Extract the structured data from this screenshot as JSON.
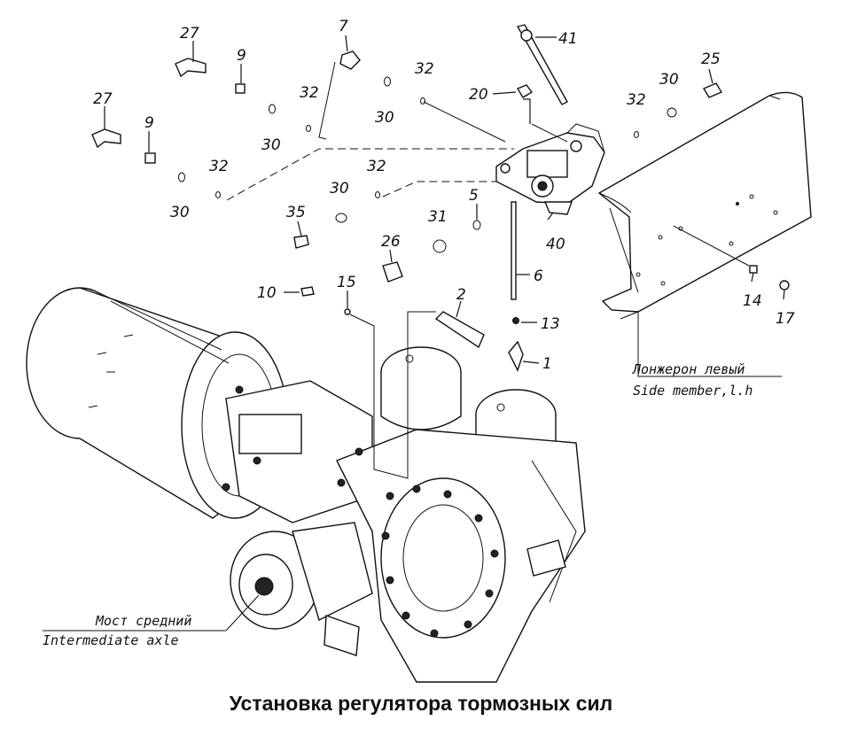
{
  "title": "Установка регулятора тормозных сил",
  "callouts": [
    {
      "id": "c27a",
      "text": "27"
    },
    {
      "id": "c9a",
      "text": "9"
    },
    {
      "id": "c7",
      "text": "7"
    },
    {
      "id": "c41",
      "text": "41"
    },
    {
      "id": "c32a",
      "text": "32"
    },
    {
      "id": "c30a",
      "text": "30"
    },
    {
      "id": "c30b",
      "text": "30"
    },
    {
      "id": "c32b",
      "text": "32"
    },
    {
      "id": "c20",
      "text": "20"
    },
    {
      "id": "c32c",
      "text": "32"
    },
    {
      "id": "c30c",
      "text": "30"
    },
    {
      "id": "c25",
      "text": "25"
    },
    {
      "id": "c27b",
      "text": "27"
    },
    {
      "id": "c9b",
      "text": "9"
    },
    {
      "id": "c30d",
      "text": "30"
    },
    {
      "id": "c32d",
      "text": "32"
    },
    {
      "id": "c30e",
      "text": "30"
    },
    {
      "id": "c32e",
      "text": "32"
    },
    {
      "id": "c5",
      "text": "5"
    },
    {
      "id": "c35",
      "text": "35"
    },
    {
      "id": "c31",
      "text": "31"
    },
    {
      "id": "c26",
      "text": "26"
    },
    {
      "id": "c40",
      "text": "40"
    },
    {
      "id": "c6",
      "text": "6"
    },
    {
      "id": "c10",
      "text": "10"
    },
    {
      "id": "c15",
      "text": "15"
    },
    {
      "id": "c2",
      "text": "2"
    },
    {
      "id": "c13",
      "text": "13"
    },
    {
      "id": "c14",
      "text": "14"
    },
    {
      "id": "c17",
      "text": "17"
    },
    {
      "id": "c1",
      "text": "1"
    }
  ],
  "labels": {
    "side_member_ru": "Лонжерон левый",
    "side_member_en": "Side member,l.h",
    "axle_ru": "Мост средний",
    "axle_en": "Intermediate axle"
  }
}
